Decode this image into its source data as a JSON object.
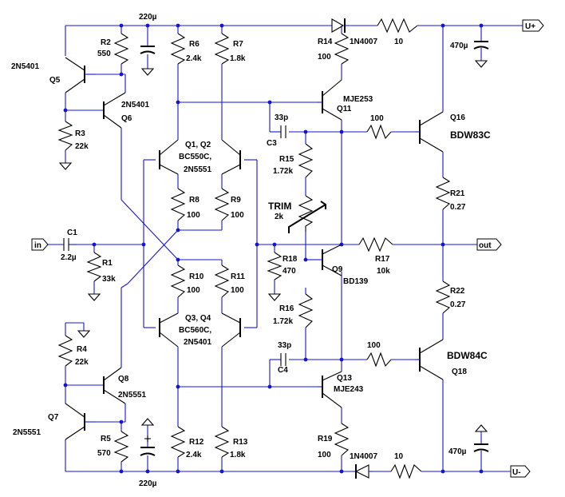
{
  "rails": {
    "positive": "U+",
    "negative": "U-",
    "input": "in",
    "output": "out"
  },
  "components": {
    "r2": {
      "ref": "R2",
      "value": "550"
    },
    "r3": {
      "ref": "R3",
      "value": "22k"
    },
    "r6": {
      "ref": "R6",
      "value": "2.4k"
    },
    "r7": {
      "ref": "R7",
      "value": "1.8k"
    },
    "r14": {
      "ref": "R14",
      "value": "100"
    },
    "r15": {
      "ref": "R15",
      "value": "1.72k"
    },
    "r8": {
      "ref": "R8",
      "value": "100"
    },
    "r9": {
      "ref": "R9",
      "value": "100"
    },
    "r1": {
      "ref": "R1",
      "value": "33k"
    },
    "r18": {
      "ref": "R18",
      "value": "470"
    },
    "r17": {
      "ref": "R17",
      "value": "10k"
    },
    "r10": {
      "ref": "R10",
      "value": "100"
    },
    "r11": {
      "ref": "R11",
      "value": "100"
    },
    "r16": {
      "ref": "R16",
      "value": "1.72k"
    },
    "r4": {
      "ref": "R4",
      "value": "22k"
    },
    "r5": {
      "ref": "R5",
      "value": "570"
    },
    "r12": {
      "ref": "R12",
      "value": "2.4k"
    },
    "r13": {
      "ref": "R13",
      "value": "1.8k"
    },
    "r19": {
      "ref": "R19",
      "value": "100"
    },
    "r21": {
      "ref": "R21",
      "value": "0.27"
    },
    "r22": {
      "ref": "R22",
      "value": "0.27"
    },
    "r_top_series": {
      "value": "10"
    },
    "r_bot_series": {
      "value": "10"
    },
    "r_q16_base": {
      "value": "100"
    },
    "r_q18_base": {
      "value": "100"
    },
    "trim": {
      "ref": "TRIM",
      "value": "2k"
    },
    "c1": {
      "ref": "C1",
      "value": "2.2µ"
    },
    "c3": {
      "ref": "C3",
      "value": "33p"
    },
    "c4": {
      "ref": "C4",
      "value": "33p"
    },
    "c_top": {
      "value": "220µ"
    },
    "c_bot": {
      "value": "220µ"
    },
    "c_right_top": {
      "value": "470µ"
    },
    "c_right_bot": {
      "value": "470µ"
    },
    "d_top": {
      "value": "1N4007"
    },
    "d_bot": {
      "value": "1N4007"
    },
    "q5": {
      "ref": "Q5",
      "type": "2N5401"
    },
    "q6": {
      "ref": "Q6",
      "type": "2N5401"
    },
    "q1q2": {
      "ref": "Q1, Q2",
      "type": "BC550C,",
      "type2": "2N5551"
    },
    "q3q4": {
      "ref": "Q3, Q4",
      "type": "BC560C,",
      "type2": "2N5401"
    },
    "q7": {
      "ref": "Q7",
      "type": "2N5551"
    },
    "q8": {
      "ref": "Q8",
      "type": "2N5551"
    },
    "q9": {
      "ref": "Q9",
      "type": "BD139"
    },
    "q11": {
      "ref": "Q11",
      "type": "MJE253"
    },
    "q13": {
      "ref": "Q13",
      "type": "MJE243"
    },
    "q16": {
      "ref": "Q16",
      "type": "BDW83C"
    },
    "q18": {
      "ref": "Q18",
      "type": "BDW84C"
    }
  }
}
